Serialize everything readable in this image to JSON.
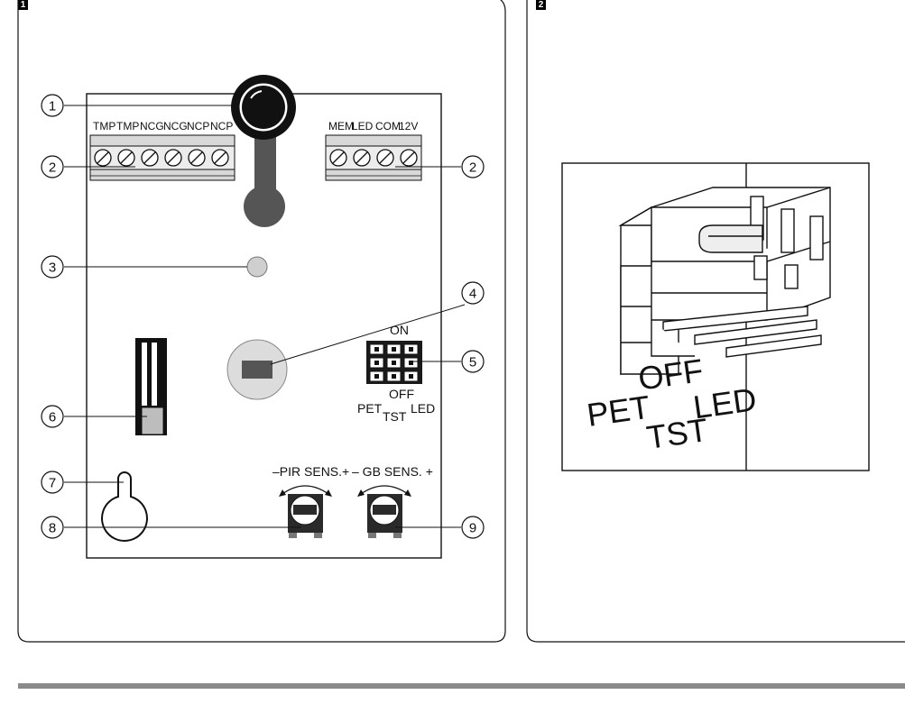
{
  "panels": [
    {
      "tag": "1"
    },
    {
      "tag": "2"
    }
  ],
  "callouts": [
    "1",
    "2",
    "3",
    "4",
    "5",
    "6",
    "7",
    "8",
    "9"
  ],
  "terminals_left": [
    "TMP",
    "TMP",
    "NCG",
    "NCG",
    "NCP",
    "NCP"
  ],
  "terminals_right": [
    "MEM",
    "LED",
    "COM",
    "12V"
  ],
  "jumper": {
    "on": "ON",
    "off": "OFF",
    "pet": "PET",
    "tst": "TST",
    "led": "LED"
  },
  "trimmers": {
    "pir": "–PIR SENS.+",
    "gb": "– GB SENS. +"
  },
  "detail": {
    "off": "OFF",
    "pet": "PET",
    "tst": "TST",
    "led": "LED"
  },
  "colors": {
    "line": "#111111",
    "lens": "#111111",
    "sensor": "#5a5a5a",
    "led": "#cfcfcf",
    "terminal": "#d8d8d8",
    "rule": "#8a8a8a"
  }
}
